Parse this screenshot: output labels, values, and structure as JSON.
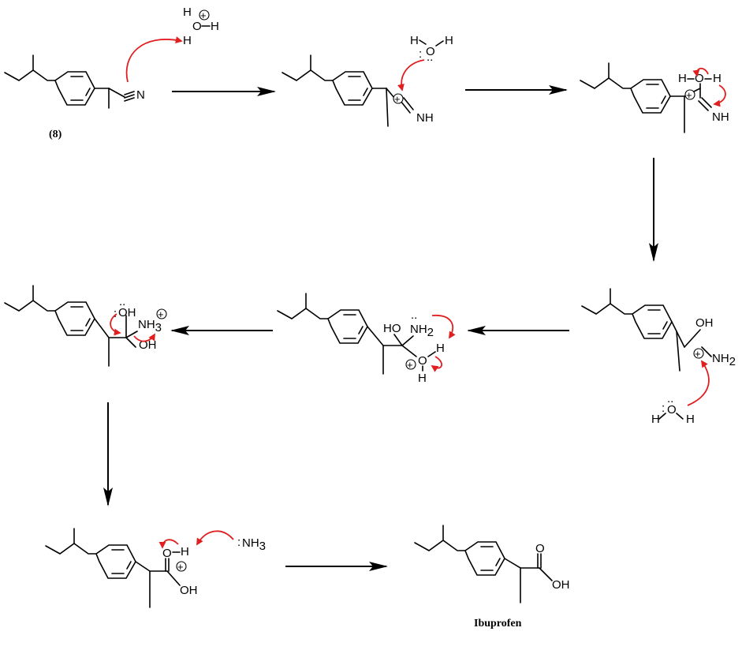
{
  "labels": {
    "compound_8": "(8)",
    "product": "Ibuprofen"
  },
  "atoms": {
    "H": "H",
    "O": "O",
    "N": "N",
    "NH": "NH",
    "NH2_main": "NH",
    "NH3_main": "NH",
    "sub_2": "2",
    "sub_3": "3",
    "OH": "OH",
    "HO": "HO",
    "lone_pair_vertical": ":",
    "lone_pair_horizontal": "..",
    "plus": "+"
  },
  "colors": {
    "bonds": "#000000",
    "electron_arrows": "#e02020",
    "reaction_arrows": "#000000"
  }
}
